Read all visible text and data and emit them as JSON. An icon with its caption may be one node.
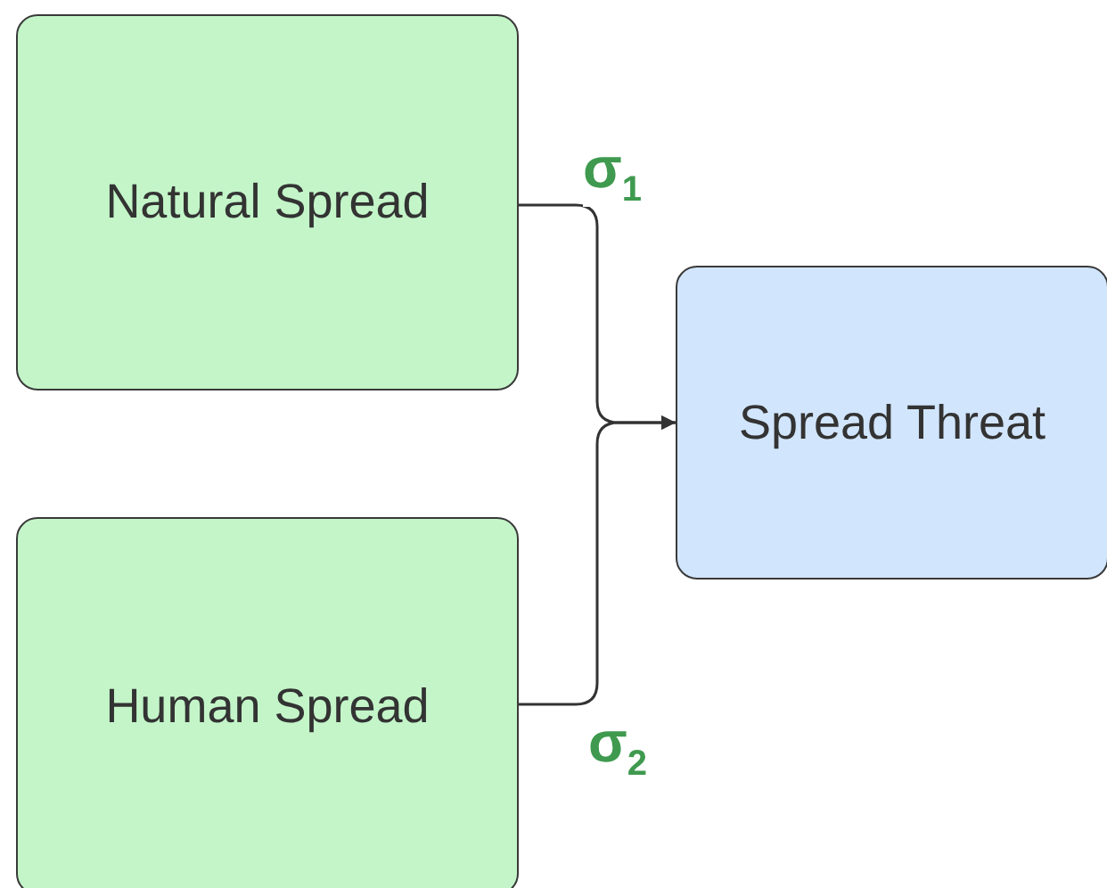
{
  "diagram": {
    "nodes": [
      {
        "text": [
          "Natural Spread"
        ]
      },
      {
        "text": [
          "Human Spread"
        ]
      },
      {
        "text": [
          "Spread Threat"
        ]
      }
    ],
    "edges": [
      {
        "from": 0,
        "to": 2,
        "arrow": "to",
        "label": "σ$_{1}$"
      },
      {
        "from": 1,
        "to": 2,
        "arrow": "to",
        "label": "σ$_{2}$"
      }
    ]
  }
}
